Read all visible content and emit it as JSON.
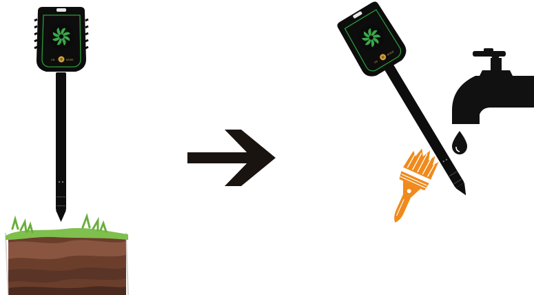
{
  "illustration": {
    "steps": [
      {
        "id": "sensor-in-soil",
        "icons": [
          "soil-moisture-sensor-icon",
          "soil-icon",
          "grass-icon"
        ]
      },
      {
        "id": "flow-arrow",
        "icons": [
          "arrow-right-icon"
        ]
      },
      {
        "id": "sensor-cleaning",
        "icons": [
          "soil-moisture-sensor-icon",
          "water-tap-icon",
          "water-drop-icon",
          "paint-brush-icon"
        ]
      }
    ],
    "device": {
      "logo_icon": "pinwheel-logo-icon",
      "button_labels": [
        "ON",
        "MODE"
      ]
    },
    "colors": {
      "sensor_body": "#0d0d0d",
      "sensor_trim": "#2d9b3c",
      "logo_green": "#3aa84a",
      "soil_dark": "#5a3426",
      "soil_mid": "#7a4a35",
      "grass": "#7fbf4d",
      "tap": "#111111",
      "brush": "#f08a1c",
      "arrow": "#1a1410"
    }
  }
}
